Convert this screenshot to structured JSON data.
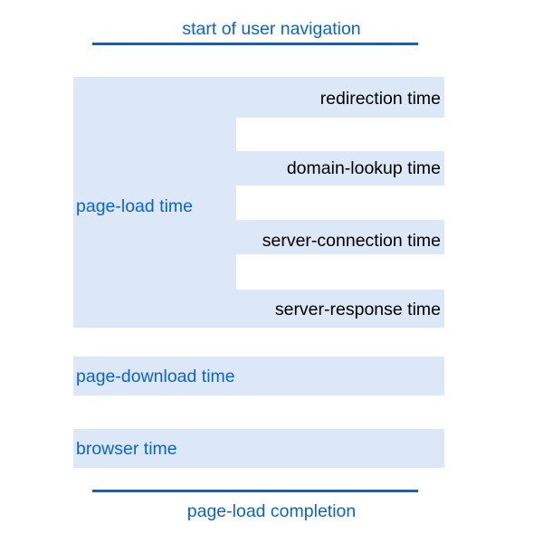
{
  "diagram": {
    "type": "timeline",
    "title_top": "start of user navigation",
    "title_bottom": "page-load completion",
    "colors": {
      "bar_fill": "#dce8f7",
      "accent_blue": "#0b63ce",
      "rule_blue": "#0066cc",
      "sub_label_text": "#000000",
      "background": "#ffffff"
    },
    "phases": [
      {
        "name": "page-load time",
        "label": "page-load time",
        "label_side": "left",
        "label_color": "#0b63ce",
        "sub_phases": [
          {
            "name": "redirection-time",
            "label": "redirection time"
          },
          {
            "name": "domain-lookup-time",
            "label": "domain-lookup time"
          },
          {
            "name": "server-connection-time",
            "label": "server-connection time"
          },
          {
            "name": "server-response-time",
            "label": "server-response time"
          }
        ]
      },
      {
        "name": "page-download time",
        "label": "page-download time",
        "label_side": "left",
        "label_color": "#0b63ce",
        "sub_phases": []
      },
      {
        "name": "browser time",
        "label": "browser time",
        "label_side": "left",
        "label_color": "#0b63ce",
        "sub_phases": []
      }
    ]
  }
}
